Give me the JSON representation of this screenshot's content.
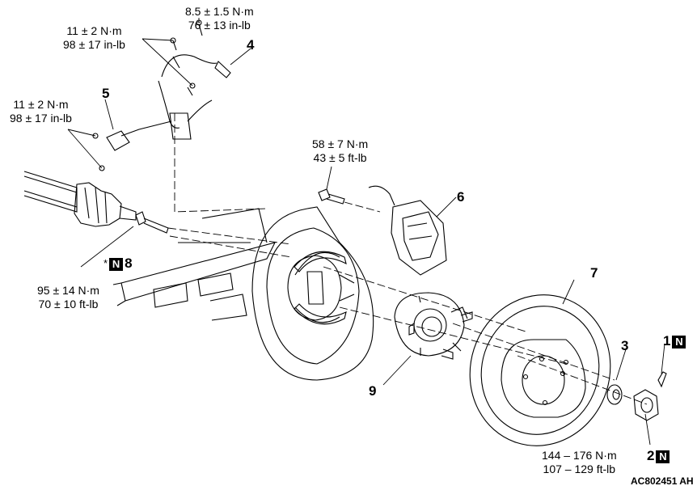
{
  "torques": {
    "t_sensor": [
      "8.5 ± 1.5 N·m",
      "76 ± 13 in-lb"
    ],
    "t_upper_bracket": [
      "11 ± 2 N·m",
      "98 ± 17 in-lb"
    ],
    "t_lower_bracket": [
      "11 ± 2 N·m",
      "98 ± 17 in-lb"
    ],
    "t_caliper": [
      "58 ± 7 N·m",
      "43 ± 5 ft-lb"
    ],
    "t_hub_bolt": [
      "95 ± 14 N·m",
      "70 ± 10 ft-lb"
    ],
    "t_nut": [
      "144 – 176 N·m",
      "107 – 129 ft-lb"
    ]
  },
  "parts": {
    "p1": "1",
    "p2": "2",
    "p3": "3",
    "p4": "4",
    "p5": "5",
    "p6": "6",
    "p7": "7",
    "p8": "8",
    "p9": "9"
  },
  "new_part_mark": "N",
  "asterisk": "*",
  "figure_code": "AC802451 AH"
}
